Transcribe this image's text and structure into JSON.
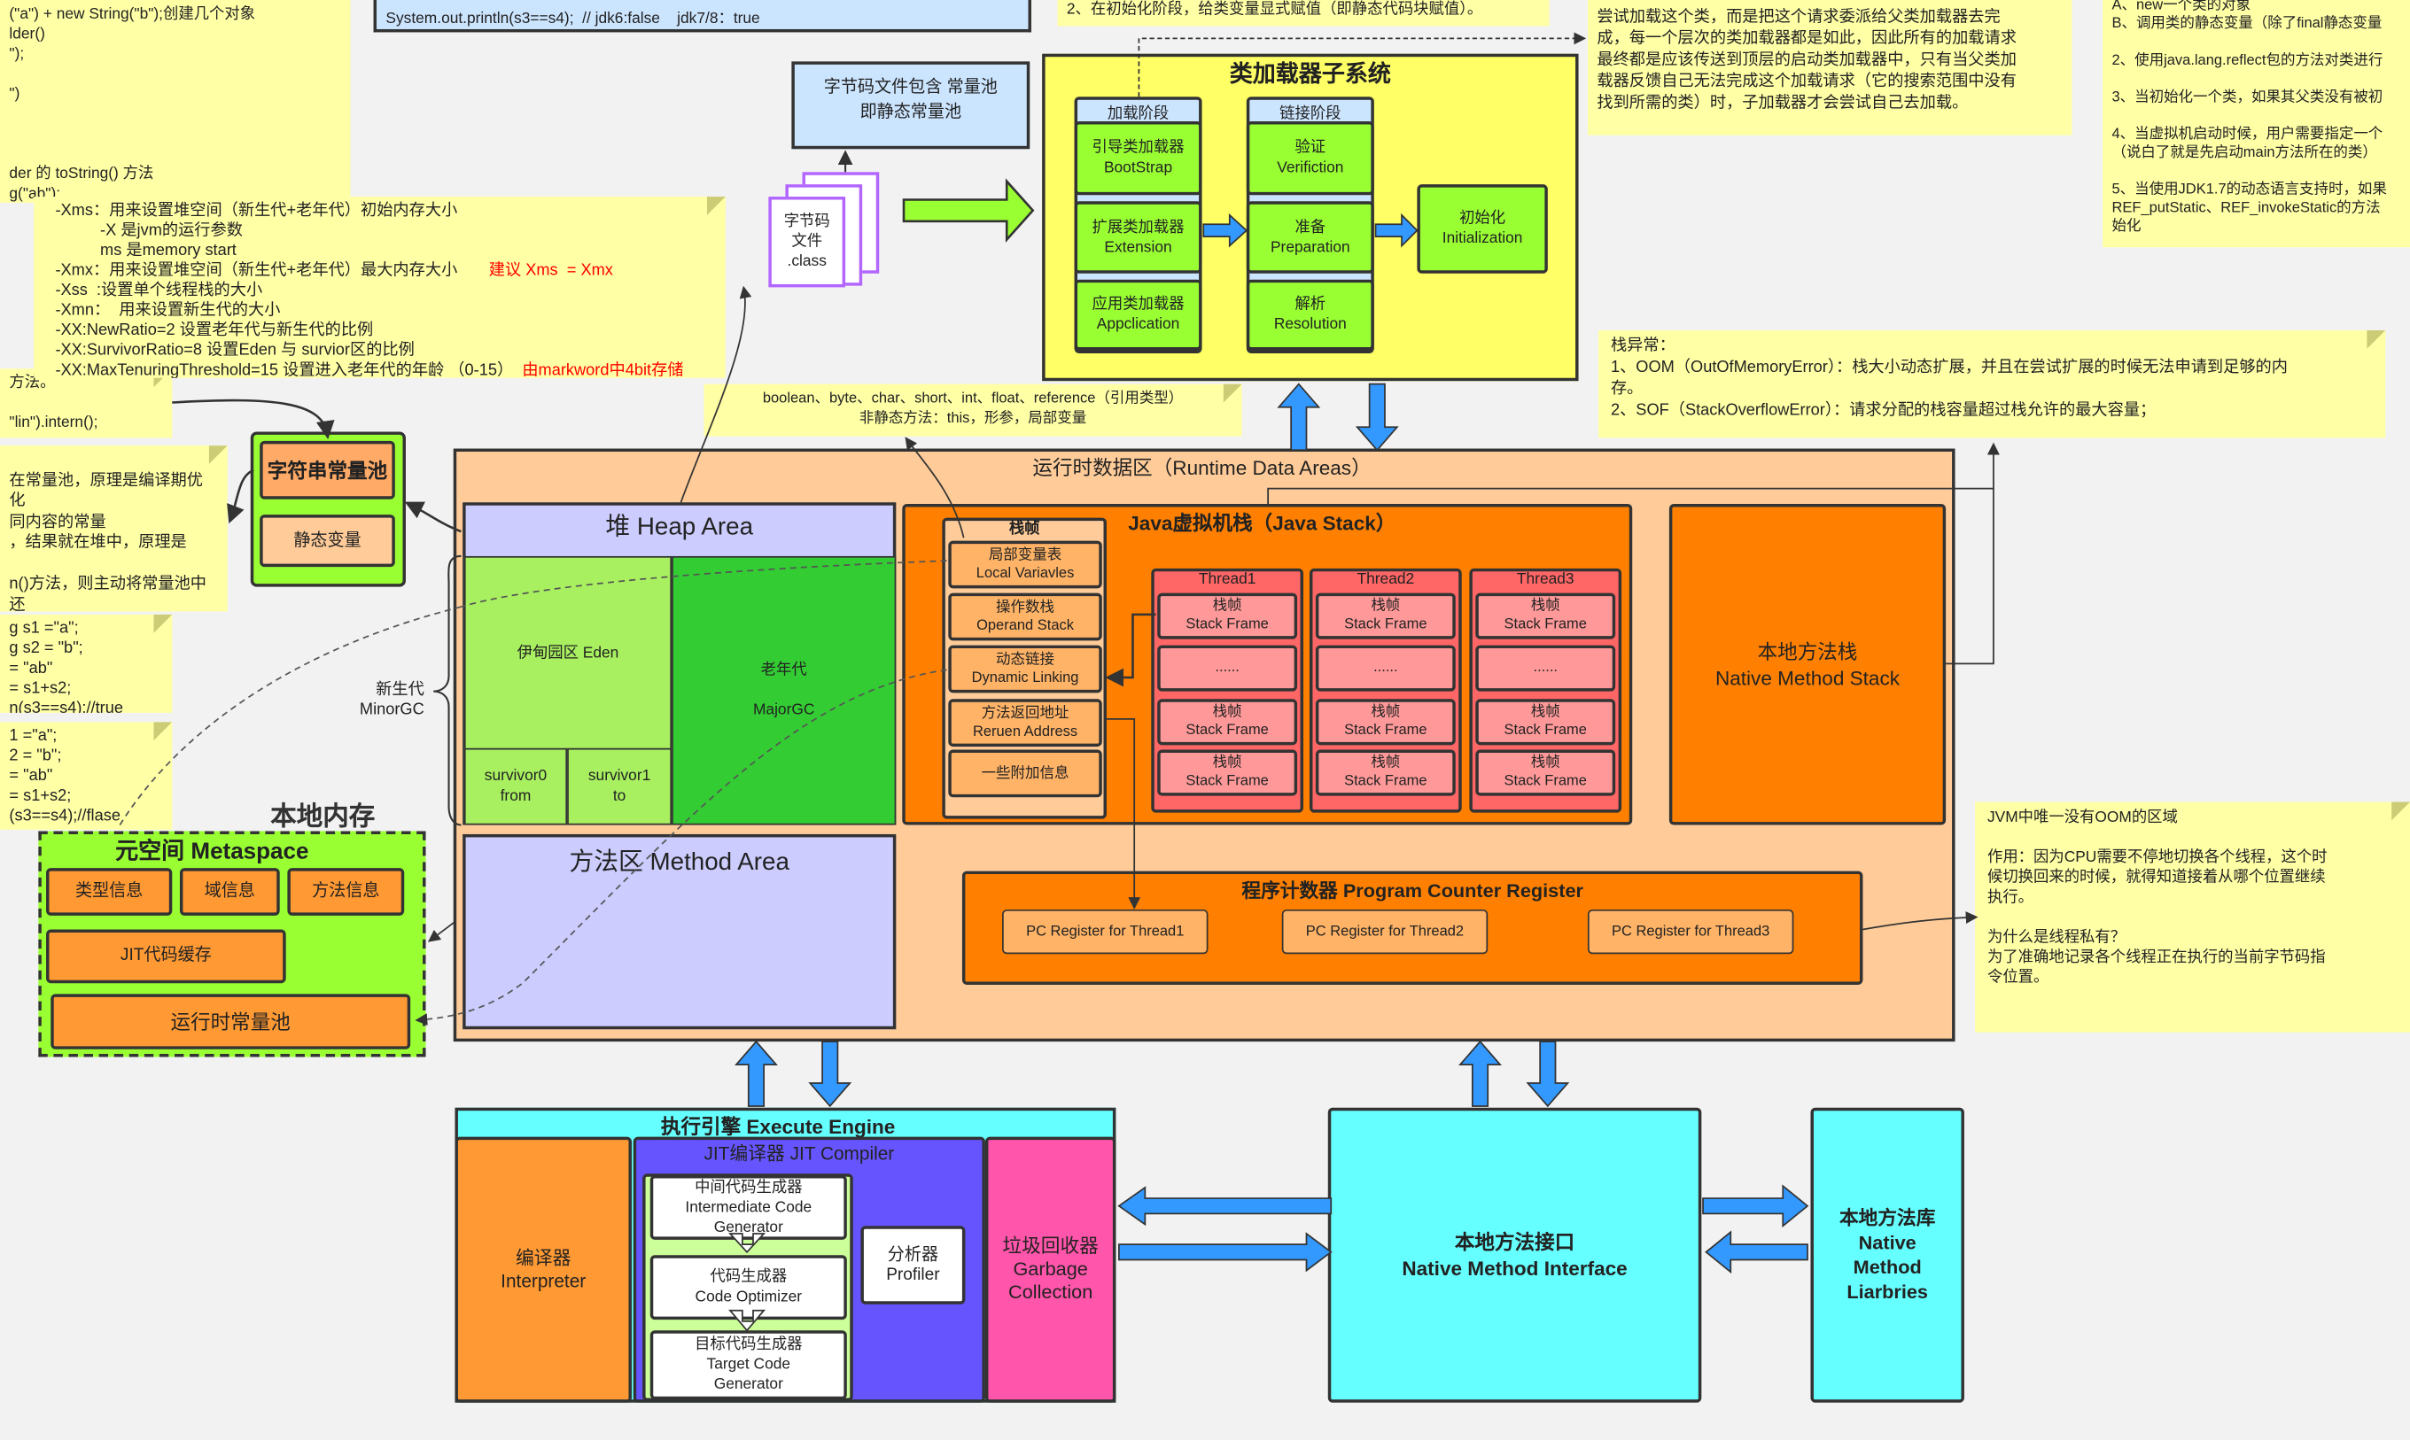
{
  "notes": {
    "string_objects": "(\"a\") + new String(\"b\");创建几个对象\nlder()\n\");\n\n\")\n\n\n\nder 的 toString() 方法\ng(\"ab\");\n方法的调用，在字符串常量池中没有生成 \"ab\"",
    "string_objects_tail": "方法。\n\n\"lin\").intern();",
    "jvm_params": [
      {
        "text": "-Xms：用来设置堆空间（新生代+老年代）初始内存大小",
        "red": ""
      },
      {
        "text": "          -X 是jvm的运行参数",
        "red": ""
      },
      {
        "text": "          ms 是memory start",
        "red": ""
      },
      {
        "text": "-Xmx：用来设置堆空间（新生代+老年代）最大内存大小       ",
        "red": "建议 Xms  = Xmx"
      },
      {
        "text": "-Xss  :设置单个线程栈的大小",
        "red": ""
      },
      {
        "text": "-Xmn：  用来设置新生代的大小",
        "red": ""
      },
      {
        "text": "-XX:NewRatio=2 设置老年代与新生代的比例",
        "red": ""
      },
      {
        "text": "-XX:SurvivorRatio=8 设置Eden 与 survior区的比例",
        "red": ""
      },
      {
        "text": "-XX:MaxTenuringThreshold=15 设置进入老年代的年龄 （0-15）  ",
        "red": "由markword中4bit存储"
      }
    ],
    "jdk_compare": "System.out.println(s3==s4);  // jdk6:false    jdk7/8：true",
    "init_phase": "2、在初始化阶段，给类变量显式赋值（即静态代码块赋值）。",
    "parent_delegation": "尝试加载这个类，而是把这个请求委派给父类加载器去完\n成，每一个层次的类加载器都是如此，因此所有的加载请求\n最终都是应该传送到顶层的启动类加载器中，只有当父类加\n载器反馈自己无法完成这个加载请求（它的搜索范围中没有\n找到所需的类）时，子加载器才会尝试自己去加载。",
    "active_use": "A、new一个类的对象\nB、调用类的静态变量（除了final静态变量\n\n2、使用java.lang.reflect包的方法对类进行\n\n3、当初始化一个类，如果其父类没有被初\n\n4、当虚拟机启动时候，用户需要指定一个\n（说白了就是先启动main方法所在的类）\n\n5、当使用JDK1.7的动态语言支持时，如果\nREF_putStatic、REF_invokeStatic的方法\n始化",
    "bytecode_pool": "字节码文件包含  常量池\n即静态常量池",
    "local_var_types": "boolean、byte、char、short、int、float、reference（引用类型）\n非静态方法：this，形参，局部变量",
    "stack_errors": "栈异常：\n1、OOM（OutOfMemoryError）：栈大小动态扩展，并且在尝试扩展的时候无法申请到足够的内\n存。\n2、SOF（StackOverflowError）：请求分配的栈容量超过栈允许的最大容量；",
    "pool_explain": "\n在常量池，原理是编译期优化\n同内容的常量\n，结果就在堆中，原理是\n\nn()方法，则主动将常量池中还\n常量池中，并返回地址。",
    "code_true": "g s1 =\"a\";\ng s2 = \"b\";\n = \"ab\"\n = s1+s2;\nn(s3==s4);//true",
    "code_false": "1 =\"a\";\n2 = \"b\";\n = \"ab\"\n = s1+s2;\n(s3==s4);//flase",
    "pc_private": "JVM中唯一没有OOM的区域\n\n作用：因为CPU需要不停地切换各个线程，这个时\n候切换回来的时候，就得知道接着从哪个位置继续\n执行。\n\n为什么是线程私有？\n为了准确地记录各个线程正在执行的当前字节码指\n令位置。"
  },
  "class_file": "字节码\n文件\n.class",
  "class_loader": {
    "title": "类加载器子系统",
    "loading_header": "加载阶段",
    "linking_header": "链接阶段",
    "bootstrap": "引导类加载器\nBootStrap",
    "extension": "扩展类加载器\nExtension",
    "application": "应用类加载器\nAppclication",
    "verification": "验证\nVerifiction",
    "preparation": "准备\nPreparation",
    "resolution": "解析\nResolution",
    "initialization": "初始化\nInitialization"
  },
  "string_pool": {
    "pool": "字符串常量池",
    "static_vars": "静态变量"
  },
  "runtime": {
    "title": "运行时数据区（Runtime Data Areas）",
    "heap_title": "堆 Heap Area",
    "eden": "伊甸园区 Eden",
    "old_gen": "老年代\n\nMajorGC",
    "survivor0": "survivor0\nfrom",
    "survivor1": "survivor1\nto",
    "young_gen_label": "新生代\nMinorGC",
    "method_area": "方法区 Method Area",
    "java_stack_title": "Java虚拟机栈（Java Stack）",
    "frame_title": "栈帧",
    "frame_items": [
      "局部变量表\nLocal Variavles",
      "操作数栈\nOperand Stack",
      "动态链接\nDynamic Linking",
      "方法返回地址\nReruen Address",
      "一些附加信息"
    ],
    "threads": [
      {
        "name": "Thread1",
        "frames": [
          "栈帧\nStack Frame",
          "......",
          "栈帧\nStack Frame",
          "栈帧\nStack Frame"
        ]
      },
      {
        "name": "Thread2",
        "frames": [
          "栈帧\nStack Frame",
          "......",
          "栈帧\nStack Frame",
          "栈帧\nStack Frame"
        ]
      },
      {
        "name": "Thread3",
        "frames": [
          "栈帧\nStack Frame",
          "......",
          "栈帧\nStack Frame",
          "栈帧\nStack Frame"
        ]
      }
    ],
    "native_stack": "本地方法栈\nNative Method Stack",
    "pc_title": "程序计数器  Program Counter Register",
    "pc_items": [
      "PC Register for Thread1",
      "PC Register for Thread2",
      "PC Register for Thread3"
    ]
  },
  "native_memory": {
    "title": "本地内存",
    "metaspace": "元空间  Metaspace",
    "type_info": "类型信息",
    "field_info": "域信息",
    "method_info": "方法信息",
    "jit_cache": "JIT代码缓存",
    "runtime_pool": "运行时常量池"
  },
  "engine": {
    "title": "执行引擎 Execute Engine",
    "interpreter": "编译器\nInterpreter",
    "jit_title": "JIT编译器   JIT Compiler",
    "icg": "中间代码生成器\nIntermediate Code\nGenerator",
    "optimizer": "代码生成器\nCode Optimizer",
    "tcg": "目标代码生成器\nTarget Code\nGenerator",
    "profiler": "分析器\nProfiler",
    "gc": "垃圾回收器\nGarbage\nCollection"
  },
  "native_interface": "本地方法接口\nNative Method Interface",
  "native_libraries": "本地方法库\nNative\nMethod\nLiarbries",
  "colors": {
    "background": "#f2f2f2",
    "note": "#ffffa6",
    "class_loader": "#ffff66",
    "green": "#99ff33",
    "runtime": "#ffcc99",
    "heap": "#ccccff",
    "stack": "#ff8000",
    "thread": "#ff6666",
    "engine": "#66ffff",
    "jit": "#6655ff",
    "gc": "#ff55aa",
    "arrow_blue": "#3399ff"
  }
}
